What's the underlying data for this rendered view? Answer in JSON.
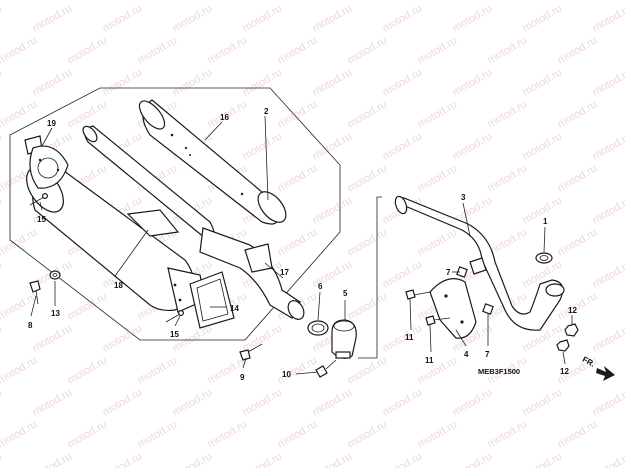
{
  "diagram": {
    "code": "MEB3F1500",
    "direction_label": "FR.",
    "watermark": "motod.ru",
    "colors": {
      "line": "#1a1a1a",
      "watermark": "#e7b3b3",
      "background": "#ffffff"
    },
    "callouts": [
      {
        "id": "c19",
        "text": "19"
      },
      {
        "id": "c15a",
        "text": "15"
      },
      {
        "id": "c16",
        "text": "16"
      },
      {
        "id": "c2",
        "text": "2"
      },
      {
        "id": "c18",
        "text": "18"
      },
      {
        "id": "c8",
        "text": "8"
      },
      {
        "id": "c13",
        "text": "13"
      },
      {
        "id": "c15b",
        "text": "15"
      },
      {
        "id": "c14",
        "text": "14"
      },
      {
        "id": "c17",
        "text": "17"
      },
      {
        "id": "c9",
        "text": "9"
      },
      {
        "id": "c6",
        "text": "6"
      },
      {
        "id": "c5",
        "text": "5"
      },
      {
        "id": "c10",
        "text": "10"
      },
      {
        "id": "c3",
        "text": "3"
      },
      {
        "id": "c1",
        "text": "1"
      },
      {
        "id": "c7a",
        "text": "7"
      },
      {
        "id": "c11a",
        "text": "11"
      },
      {
        "id": "c11b",
        "text": "11"
      },
      {
        "id": "c4",
        "text": "4"
      },
      {
        "id": "c7b",
        "text": "7"
      },
      {
        "id": "c12a",
        "text": "12"
      },
      {
        "id": "c12b",
        "text": "12"
      }
    ]
  }
}
